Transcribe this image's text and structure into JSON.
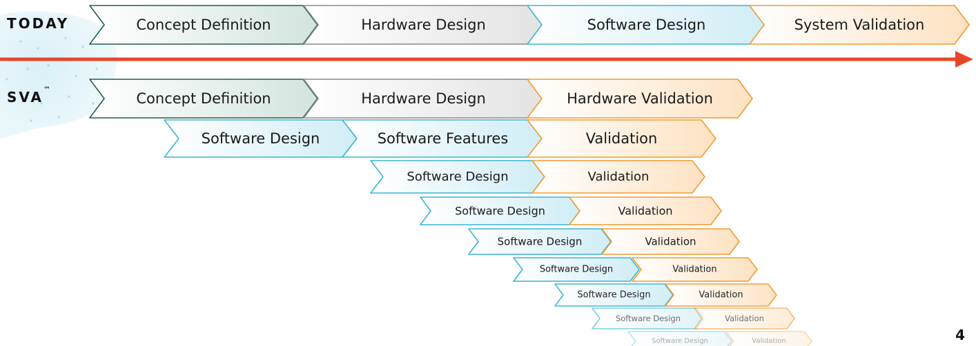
{
  "labels": {
    "today": "TODAY",
    "sva": "SVA",
    "sva_mark": "™"
  },
  "page_number": "4",
  "colors": {
    "concept": "#1d5e4e",
    "hardware": "#8a8a8a",
    "software": "#39b4d6",
    "validation": "#f29a2e",
    "arrow": "#e8462a"
  },
  "today_row": [
    {
      "label": "Concept Definition",
      "kind": "concept"
    },
    {
      "label": "Hardware Design",
      "kind": "hardware"
    },
    {
      "label": "Software Design",
      "kind": "software"
    },
    {
      "label": "System Validation",
      "kind": "validation"
    }
  ],
  "sva_rows": [
    [
      {
        "label": "Concept Definition",
        "kind": "concept"
      },
      {
        "label": "Hardware Design",
        "kind": "hardware"
      },
      {
        "label": "Hardware Validation",
        "kind": "validation"
      }
    ],
    [
      {
        "label": "Software Design",
        "kind": "software"
      },
      {
        "label": "Software Features",
        "kind": "software"
      },
      {
        "label": "Validation",
        "kind": "validation"
      }
    ],
    [
      {
        "label": "Software Design",
        "kind": "software"
      },
      {
        "label": "Validation",
        "kind": "validation"
      }
    ],
    [
      {
        "label": "Software Design",
        "kind": "software"
      },
      {
        "label": "Validation",
        "kind": "validation"
      }
    ],
    [
      {
        "label": "Software Design",
        "kind": "software"
      },
      {
        "label": "Validation",
        "kind": "validation"
      }
    ],
    [
      {
        "label": "Software Design",
        "kind": "software"
      },
      {
        "label": "Validation",
        "kind": "validation"
      }
    ],
    [
      {
        "label": "Software Design",
        "kind": "software"
      },
      {
        "label": "Validation",
        "kind": "validation"
      }
    ],
    [
      {
        "label": "Software Design",
        "kind": "software"
      },
      {
        "label": "Validation",
        "kind": "validation"
      }
    ],
    [
      {
        "label": "Software Design",
        "kind": "software"
      },
      {
        "label": "Validation",
        "kind": "validation"
      }
    ]
  ]
}
